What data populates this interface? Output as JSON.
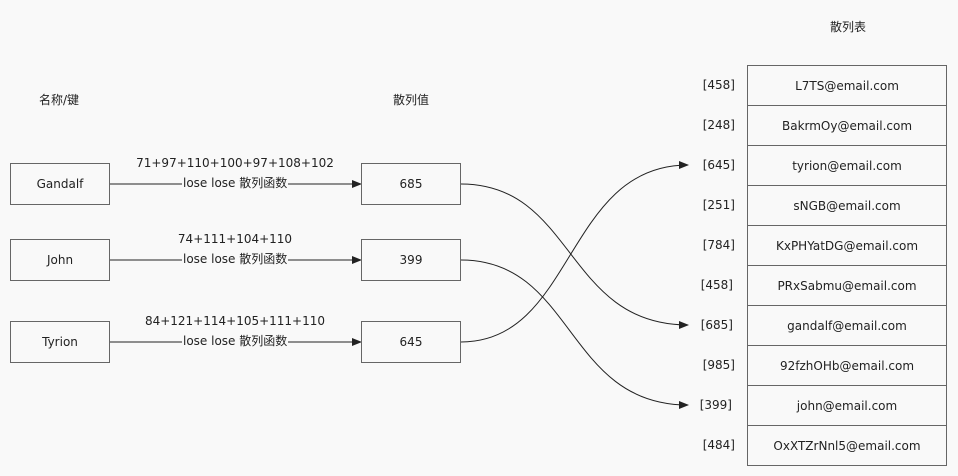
{
  "headers": {
    "names": "名称/键",
    "hashes": "散列值",
    "table": "散列表"
  },
  "function_label": "lose lose 散列函数",
  "keys": [
    {
      "name": "Gandalf",
      "formula": "71+97+110+100+97+108+102",
      "hash": "685"
    },
    {
      "name": "John",
      "formula": "74+111+104+110",
      "hash": "399"
    },
    {
      "name": "Tyrion",
      "formula": "84+121+114+105+111+110",
      "hash": "645"
    }
  ],
  "table_rows": [
    {
      "index": "[458]",
      "email": "L7TS@email.com"
    },
    {
      "index": "[248]",
      "email": "BakrmOy@email.com"
    },
    {
      "index": "[645]",
      "email": "tyrion@email.com"
    },
    {
      "index": "[251]",
      "email": "sNGB@email.com"
    },
    {
      "index": "[784]",
      "email": "KxPHYatDG@email.com"
    },
    {
      "index": "[458]",
      "email": "PRxSabmu@email.com"
    },
    {
      "index": "[685]",
      "email": "gandalf@email.com"
    },
    {
      "index": "[985]",
      "email": "92fzhOHb@email.com"
    },
    {
      "index": "[399]",
      "email": "john@email.com"
    },
    {
      "index": "[484]",
      "email": "OxXTZrNnl5@email.com"
    }
  ]
}
